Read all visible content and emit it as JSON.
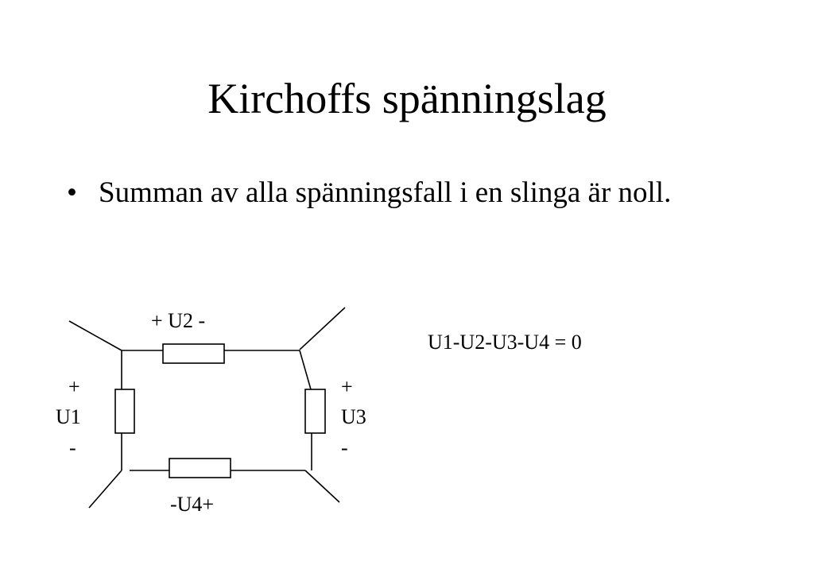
{
  "slide": {
    "title": "Kirchoffs spänningslag",
    "bullet_marker": "•",
    "bullet_text": "Summan av alla spänningsfall i en slinga är noll."
  },
  "diagram": {
    "u2_label": "+ U2 -",
    "u1_plus": "+",
    "u1_label": "U1",
    "u1_minus": "-",
    "u3_plus": "+",
    "u3_label": "U3",
    "u3_minus": "-",
    "u4_label": "-U4+"
  },
  "equation": "U1-U2-U3-U4 = 0"
}
